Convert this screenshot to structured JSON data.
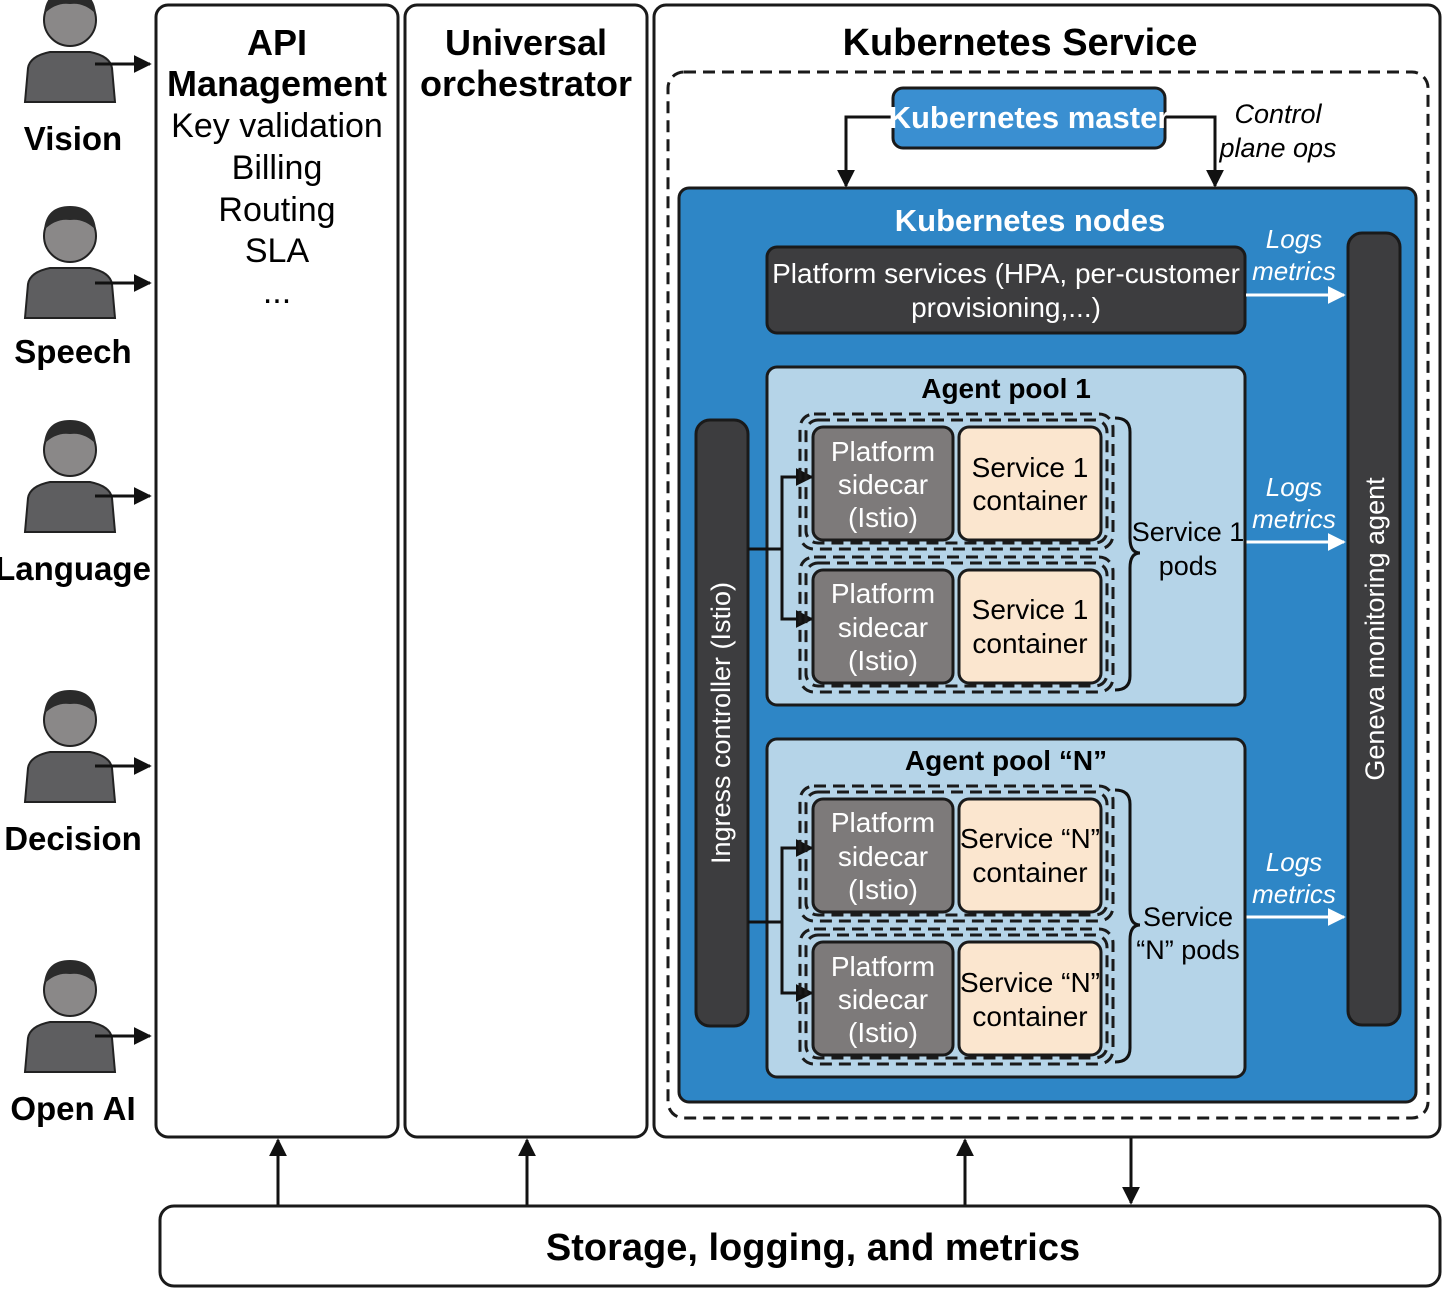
{
  "users": [
    {
      "label": "Vision",
      "icon": "person-icon"
    },
    {
      "label": "Speech",
      "icon": "person-icon"
    },
    {
      "label": "Language",
      "icon": "person-icon"
    },
    {
      "label": "Decision",
      "icon": "person-icon"
    },
    {
      "label": "Open AI",
      "icon": "person-icon"
    }
  ],
  "api_management": {
    "title_line1": "API",
    "title_line2": "Management",
    "items": [
      "Key validation",
      "Billing",
      "Routing",
      "SLA",
      "..."
    ]
  },
  "orchestrator": {
    "title_line1": "Universal",
    "title_line2": "orchestrator"
  },
  "kubernetes": {
    "title": "Kubernetes Service",
    "master": "Kubernetes master",
    "control_line1": "Control",
    "control_line2": "plane ops",
    "nodes_title": "Kubernetes nodes",
    "platform_services_line1": "Platform services (HPA, per-customer",
    "platform_services_line2": "provisioning,...)",
    "ingress": "Ingress controller (Istio)",
    "monitoring": "Geneva monitoring agent",
    "logs": "Logs",
    "metrics": "metrics",
    "pools": [
      {
        "title": "Agent pool 1",
        "pods_label_line1": "Service 1",
        "pods_label_line2": "pods",
        "pods": [
          {
            "sidecar": [
              "Platform",
              "sidecar",
              "(Istio)"
            ],
            "service": [
              "Service 1",
              "container"
            ]
          },
          {
            "sidecar": [
              "Platform",
              "sidecar",
              "(Istio)"
            ],
            "service": [
              "Service 1",
              "container"
            ]
          }
        ]
      },
      {
        "title": "Agent pool “N”",
        "pods_label_line1": "Service",
        "pods_label_line2": "“N” pods",
        "pods": [
          {
            "sidecar": [
              "Platform",
              "sidecar",
              "(Istio)"
            ],
            "service": [
              "Service “N”",
              "container"
            ]
          },
          {
            "sidecar": [
              "Platform",
              "sidecar",
              "(Istio)"
            ],
            "service": [
              "Service “N”",
              "container"
            ]
          }
        ]
      }
    ]
  },
  "storage": "Storage, logging, and metrics",
  "colors": {
    "node_blue": "#2e86c6",
    "master_blue": "#3a8fd1",
    "pool_light_blue": "#b5d4e8",
    "dark_bar": "#3d3d3f",
    "sidecar_gray": "#7d7a7a",
    "service_peach": "#fbe6cf"
  }
}
